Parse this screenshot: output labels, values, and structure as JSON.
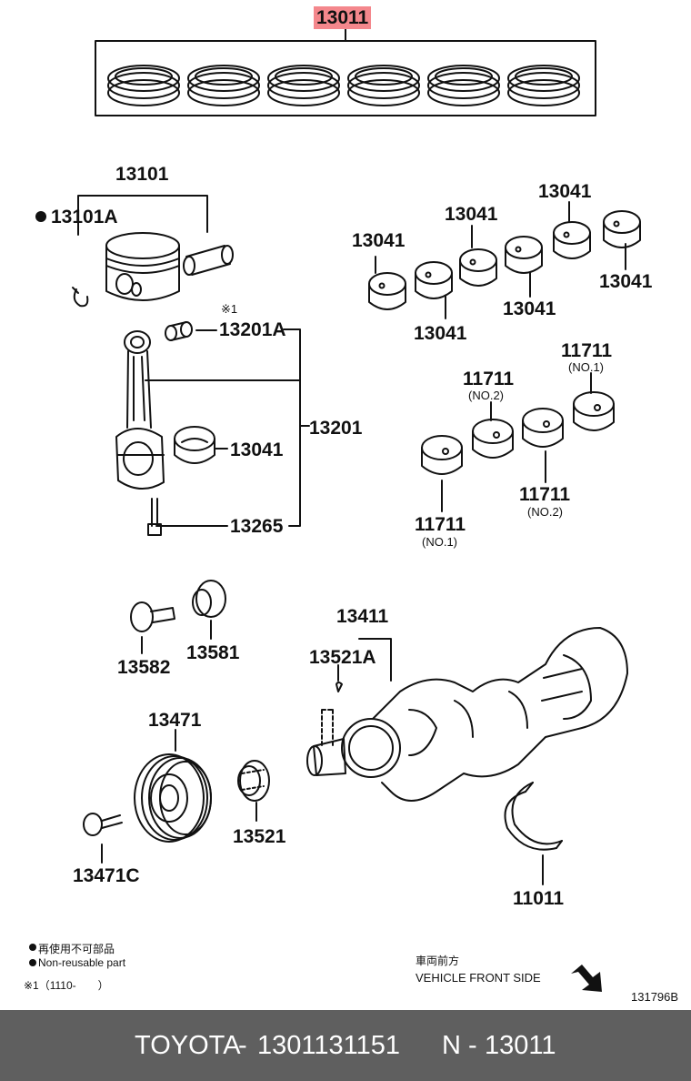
{
  "labels": {
    "l13011": "13011",
    "l13101": "13101",
    "l13101A": "13101A",
    "note_mark_x1": "※1",
    "l13201A": "13201A",
    "l13201": "13201",
    "l13041_rod": "13041",
    "l13265": "13265",
    "l13041_a": "13041",
    "l13041_b": "13041",
    "l13041_c": "13041",
    "l13041_d": "13041",
    "l13041_e": "13041",
    "l13041_f": "13041",
    "l11711_a": "11711",
    "l11711_a_note": "(NO.1)",
    "l11711_b": "11711",
    "l11711_b_note": "(NO.2)",
    "l11711_c": "11711",
    "l11711_c_note": "(NO.2)",
    "l11711_d": "11711",
    "l11711_d_note": "(NO.1)",
    "l13582": "13582",
    "l13581": "13581",
    "l13411": "13411",
    "l13521A": "13521A",
    "l13471": "13471",
    "l13521": "13521",
    "l13471C": "13471C",
    "l11011": "11011"
  },
  "legend": {
    "jp_nonreusable": "再使用不可部品",
    "en_nonreusable": "Non-reusable part",
    "note_x1": "※1（1110-　　）",
    "front_jp": "車両前方",
    "front_en": "VEHICLE FRONT SIDE",
    "diagram_code": "131796B"
  },
  "footer": {
    "brand": "TOYOTA",
    "sep1": "-",
    "oem_number": "1301131151",
    "n_label": "N",
    "sep2": "-",
    "part_number": "13011"
  },
  "colors": {
    "highlight": "#f4878c",
    "footer_bg": "#5f5f5f",
    "footer_text": "#ffffff",
    "ink": "#111111"
  },
  "icons": {
    "non_reusable": "filled-circle-icon",
    "front_arrow": "arrow-down-right-icon"
  }
}
